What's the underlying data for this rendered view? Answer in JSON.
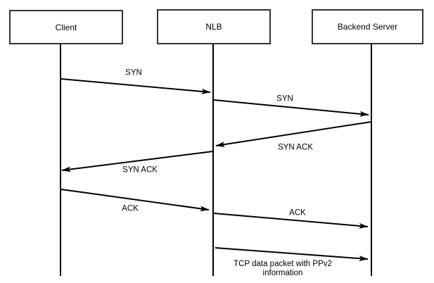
{
  "diagram": {
    "type": "sequence-diagram",
    "background": "#ffffff",
    "line_color": "#000000",
    "box_border_color": "#333333",
    "participants": [
      {
        "label": "Client"
      },
      {
        "label": "NLB"
      },
      {
        "label": "Backend Server"
      }
    ],
    "messages": [
      {
        "label": "SYN",
        "from": "Client",
        "to": "NLB"
      },
      {
        "label": "SYN",
        "from": "NLB",
        "to": "Backend Server"
      },
      {
        "label": "SYN ACK",
        "from": "Backend Server",
        "to": "NLB"
      },
      {
        "label": "SYN ACK",
        "from": "NLB",
        "to": "Client"
      },
      {
        "label": "ACK",
        "from": "Client",
        "to": "NLB"
      },
      {
        "label": "ACK",
        "from": "NLB",
        "to": "Backend Server"
      },
      {
        "label": "TCP data packet with PPv2\ninformation",
        "from": "NLB",
        "to": "Backend Server"
      }
    ]
  }
}
